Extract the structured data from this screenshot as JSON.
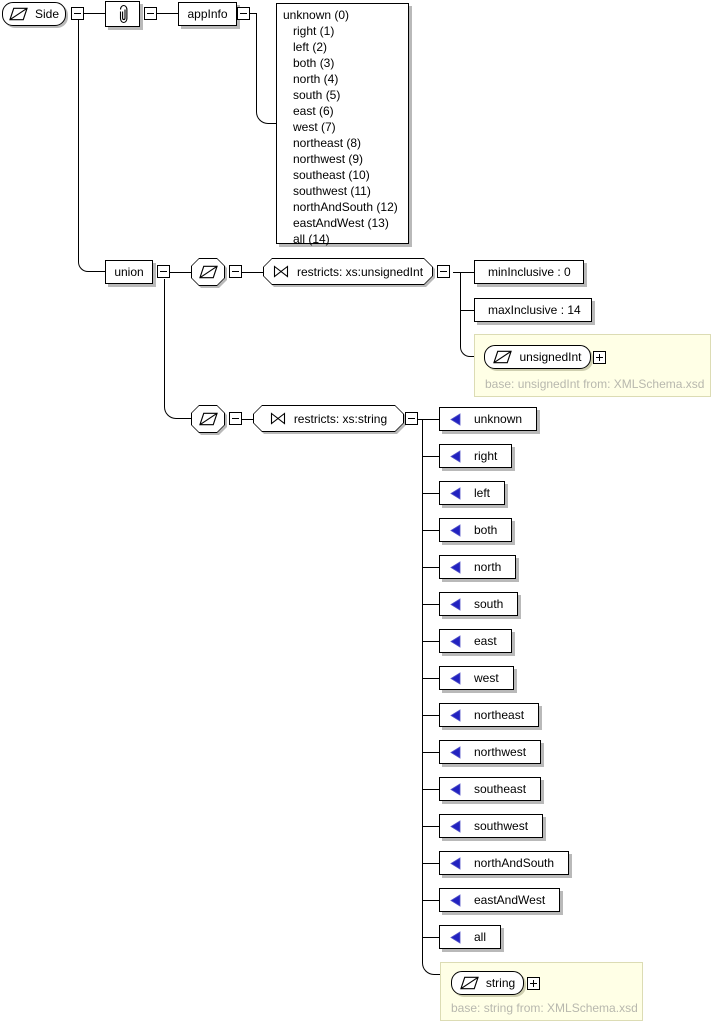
{
  "root": {
    "label": "Side"
  },
  "appinfo": {
    "label": "appInfo"
  },
  "enum_list": {
    "items": [
      "unknown (0)",
      "right (1)",
      "left (2)",
      "both (3)",
      "north (4)",
      "south (5)",
      "east (6)",
      "west (7)",
      "northeast (8)",
      "northwest (9)",
      "southeast (10)",
      "southwest (11)",
      "northAndSouth (12)",
      "eastAndWest (13)",
      "all (14)"
    ]
  },
  "union": {
    "label": "union"
  },
  "uint_branch": {
    "restriction_label": "restricts: xs:unsignedInt",
    "min_inclusive": "minInclusive : 0",
    "max_inclusive": "maxInclusive : 14",
    "base_type": {
      "label": "unsignedInt",
      "caption": "base: unsignedInt from: XMLSchema.xsd"
    }
  },
  "string_branch": {
    "restriction_label": "restricts: xs:string",
    "enums": [
      "unknown",
      "right",
      "left",
      "both",
      "north",
      "south",
      "east",
      "west",
      "northeast",
      "northwest",
      "southeast",
      "southwest",
      "northAndSouth",
      "eastAndWest",
      "all"
    ],
    "base_type": {
      "label": "string",
      "caption": "base: string from: XMLSchema.xsd"
    }
  },
  "colors": {
    "enum_icon_blue": "#2222c0",
    "note_background": "#ffffe6",
    "note_border": "#dcdcb4",
    "note_caption_gray": "#b8b8ae",
    "shadow_gray": "#b9b9b9"
  }
}
